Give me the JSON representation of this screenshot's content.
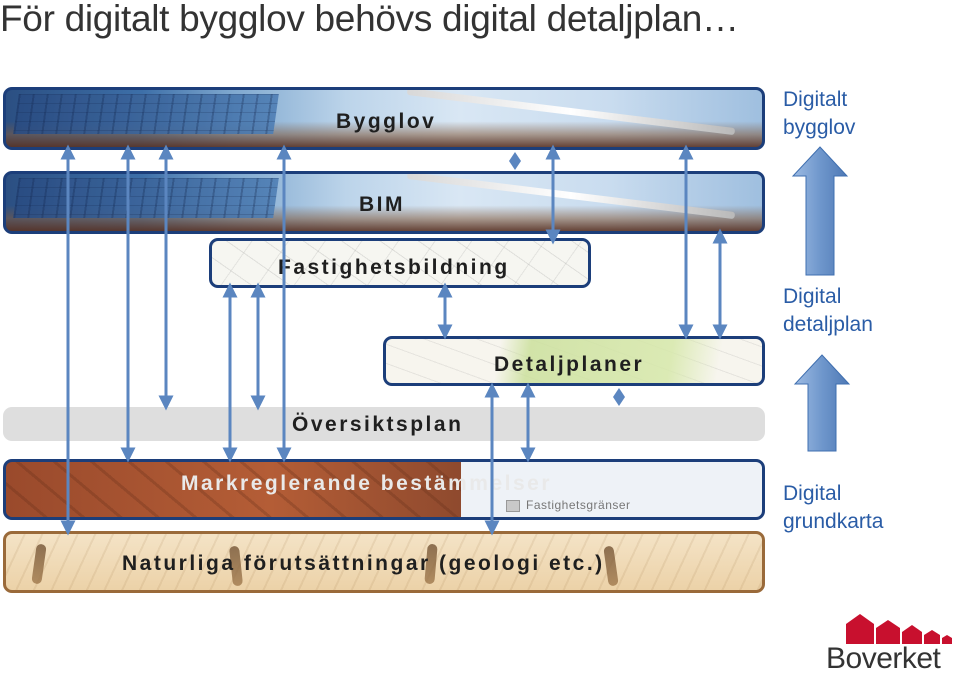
{
  "title": "För digitalt bygglov behövs digital detaljplan…",
  "layers": {
    "bygglov": "Bygglov",
    "bim": "BIM",
    "fastighetsbildning": "Fastighetsbildning",
    "detaljplaner": "Detaljplaner",
    "oversiktsplan": "Översiktsplan",
    "markreglerande": "Markreglerande bestämmelser",
    "naturliga": "Naturliga förutsättningar (geologi etc.)",
    "map_legend": "Fastighetsgränser"
  },
  "side": {
    "digitalt_bygglov": [
      "Digitalt",
      "bygglov"
    ],
    "digital_detaljplan": [
      "Digital",
      "detaljplan"
    ],
    "digital_grundkarta": [
      "Digital",
      "grundkarta"
    ]
  },
  "logo": {
    "text": "Boverket",
    "color": "#c8102e"
  },
  "colors": {
    "arrow": "#6f97cc",
    "arrow_dark": "#3f6fb0",
    "border": "#1c3e7a",
    "side_text": "#2a5ca6"
  }
}
